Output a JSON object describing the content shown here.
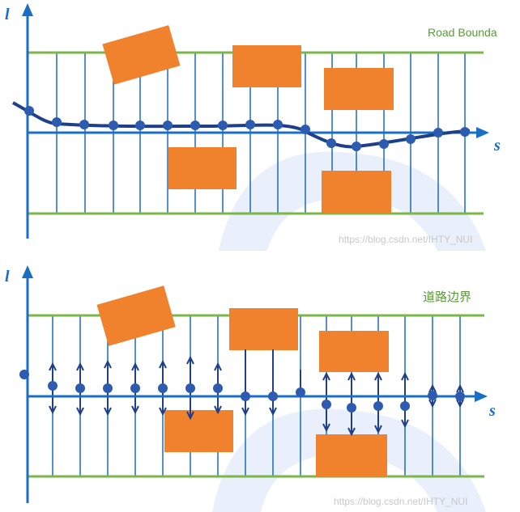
{
  "panel_top": {
    "axis_l_label": "l",
    "axis_s_label": "s",
    "boundary_label": "Road Bounda",
    "watermark": "https://blog.csdn.net/IHTY_NUI"
  },
  "panel_bottom": {
    "axis_l_label": "l",
    "axis_s_label": "s",
    "boundary_label": "道路边界",
    "watermark": "https://blog.csdn.net/IHTY_NUI"
  },
  "colors": {
    "axis_blue": "#1a6fc4",
    "grid_blue": "#1f6bb8",
    "path_navy": "#1e3f8a",
    "boundary_green": "#7ab648",
    "obstacle_orange": "#f0822e",
    "label_green": "#5a9a3a",
    "watermark_gray": "#c8c8c8",
    "faint_shape": "#e7eefb"
  }
}
